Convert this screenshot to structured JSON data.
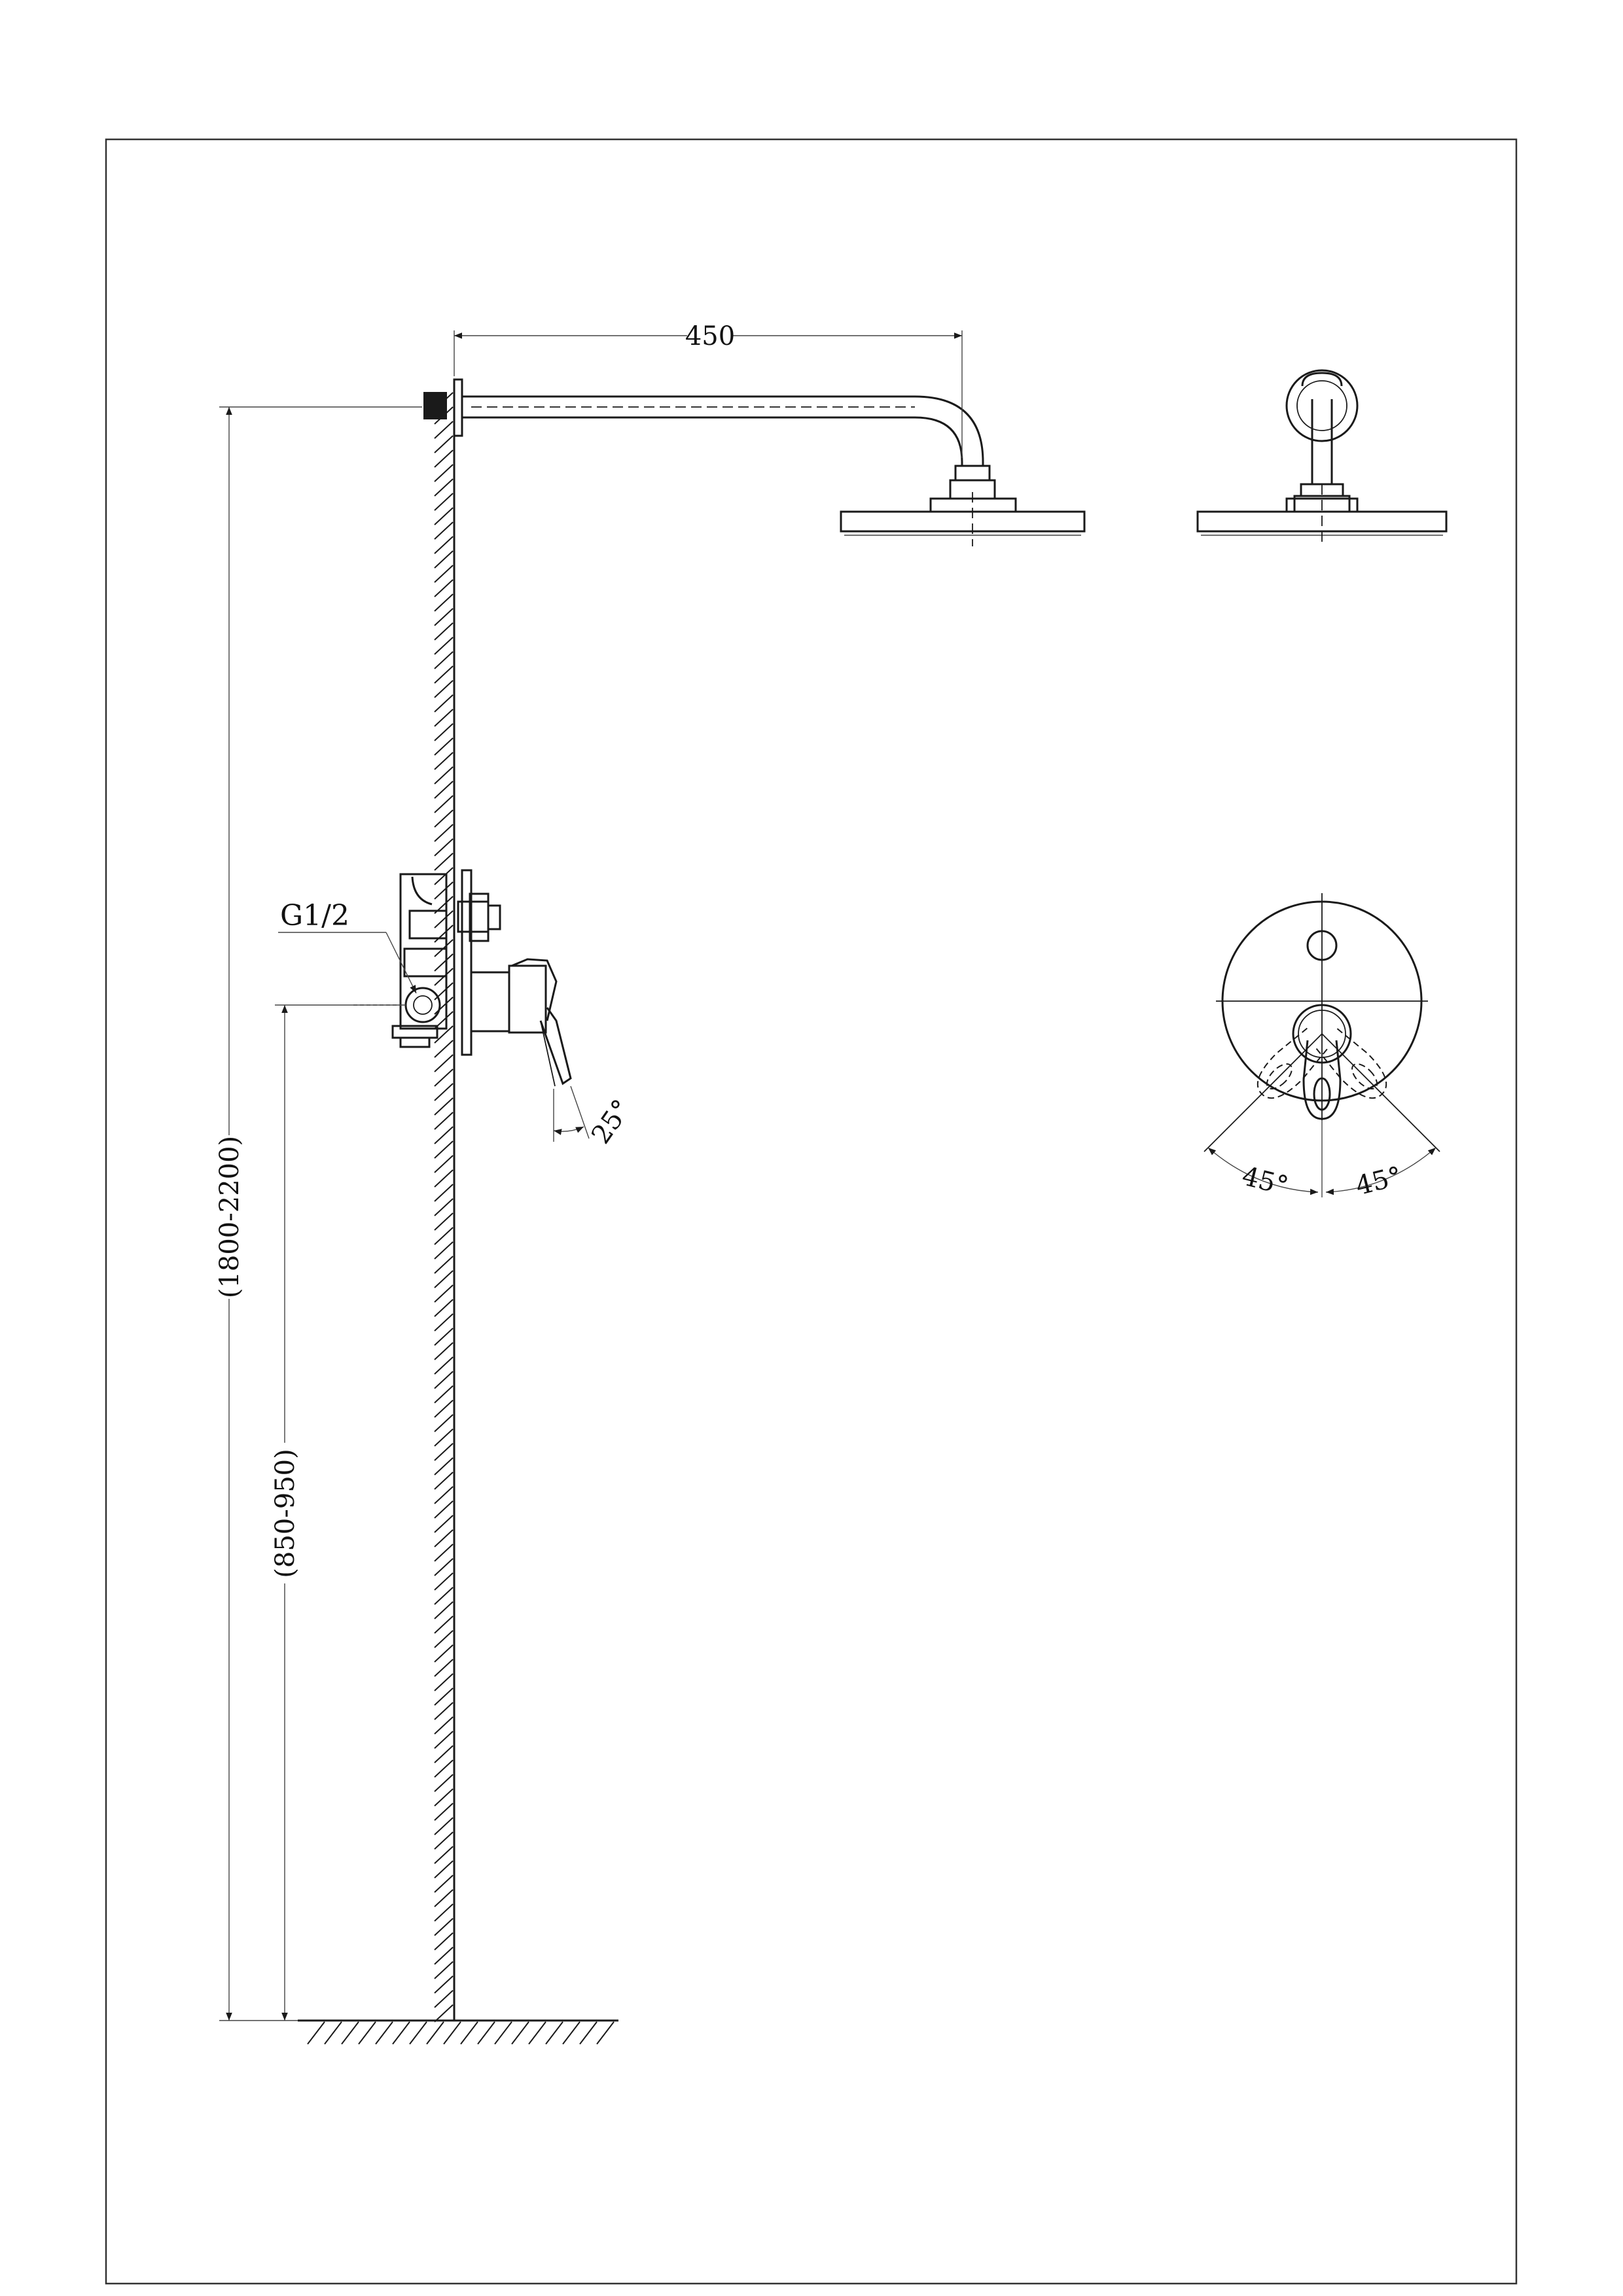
{
  "dimensions": {
    "arm_length": "450",
    "total_height": "(1800-2200)",
    "mixer_height": "(850-950)",
    "thread": "G1/2",
    "lever_tilt": "25°",
    "rotation_left": "45°",
    "rotation_right": "45°"
  }
}
